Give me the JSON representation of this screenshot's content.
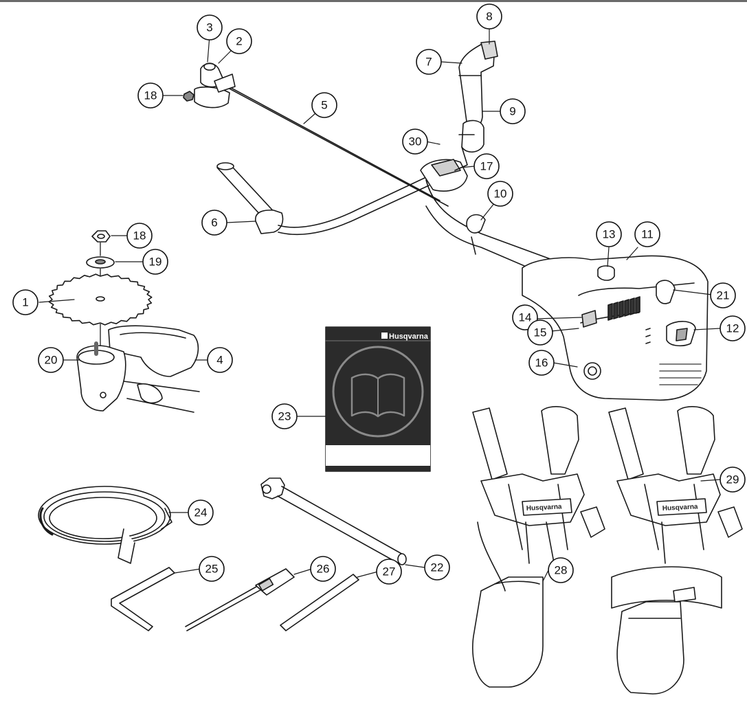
{
  "manual": {
    "brand": "Husqvarna"
  },
  "harness": {
    "brand_left": "Husqvarna",
    "brand_right": "Husqvarna"
  },
  "callouts": {
    "c1": "1",
    "c2": "2",
    "c3": "3",
    "c4": "4",
    "c5": "5",
    "c6": "6",
    "c7": "7",
    "c8": "8",
    "c9": "9",
    "c10": "10",
    "c11": "11",
    "c12": "12",
    "c13": "13",
    "c14": "14",
    "c15": "15",
    "c16": "16",
    "c17": "17",
    "c18a": "18",
    "c18b": "18",
    "c19": "19",
    "c20": "20",
    "c21": "21",
    "c22": "22",
    "c23": "23",
    "c24": "24",
    "c25": "25",
    "c26": "26",
    "c27": "27",
    "c28": "28",
    "c29": "29",
    "c30": "30"
  }
}
